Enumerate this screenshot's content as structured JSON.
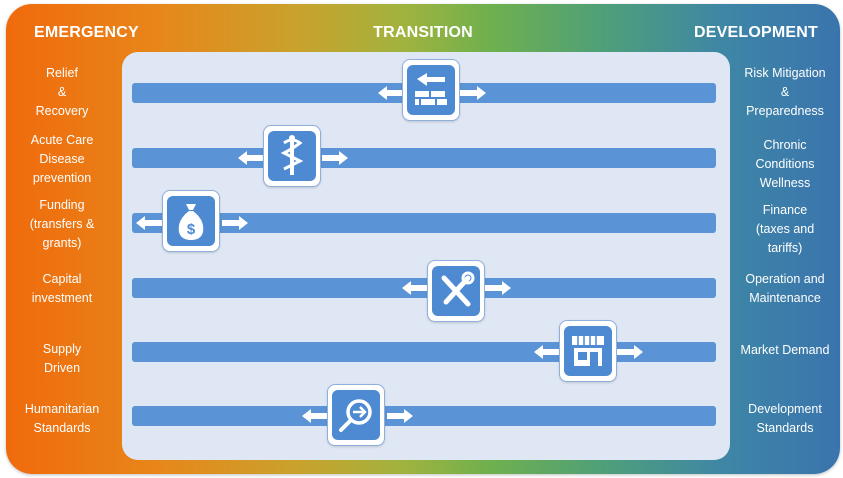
{
  "headers": {
    "emergency": "EMERGENCY",
    "transition": "TRANSITION",
    "development": "DEVELOPMENT"
  },
  "rows": [
    {
      "left": "Relief\n&\nRecovery",
      "right": "Risk Mitigation\n&\nPreparedness",
      "icon": "flag-bricks-icon"
    },
    {
      "left": "Acute Care\nDisease\nprevention",
      "right": "Chronic\nConditions\nWellness",
      "icon": "caduceus-icon"
    },
    {
      "left": "Funding\n(transfers &\ngrants)",
      "right": "Finance\n(taxes and\ntariffs)",
      "icon": "money-bag-icon"
    },
    {
      "left": "Capital\ninvestment",
      "right": "Operation and\nMaintenance",
      "icon": "tools-icon"
    },
    {
      "left": "Supply\nDriven",
      "right": "Market Demand",
      "icon": "storefront-icon"
    },
    {
      "left": "Humanitarian\nStandards",
      "right": "Development\nStandards",
      "icon": "magnifier-arrow-icon"
    }
  ],
  "colors": {
    "bar": "#5b94d6",
    "panel": "#dfe7f4",
    "icon": "#4d8ad2",
    "gradient_start": "#f06a0c",
    "gradient_mid": "#6fb04e",
    "gradient_end": "#3a74ad"
  }
}
